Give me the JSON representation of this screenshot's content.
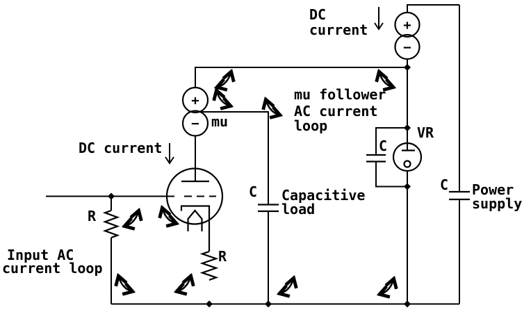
{
  "colors": {
    "ink": "#000000",
    "background": "#ffffff"
  },
  "labels": {
    "dc_left": "DC current",
    "dc_top_1": "DC",
    "dc_top_2": "current",
    "mu_name": "mu",
    "mu_loop_1": "mu follower",
    "mu_loop_2": "AC current",
    "mu_loop_3": "loop",
    "vr": "VR",
    "cap_vr": "C",
    "cap_load": "C",
    "cap_ps": "C",
    "load_1": "Capacitive",
    "load_2": "load",
    "ps_1": "Power",
    "ps_2": "supply",
    "r_input": "R",
    "r_cathode": "R",
    "input_loop_1": "Input AC",
    "input_loop_2": "current loop",
    "source_plus": "+",
    "source_minus": "−"
  }
}
